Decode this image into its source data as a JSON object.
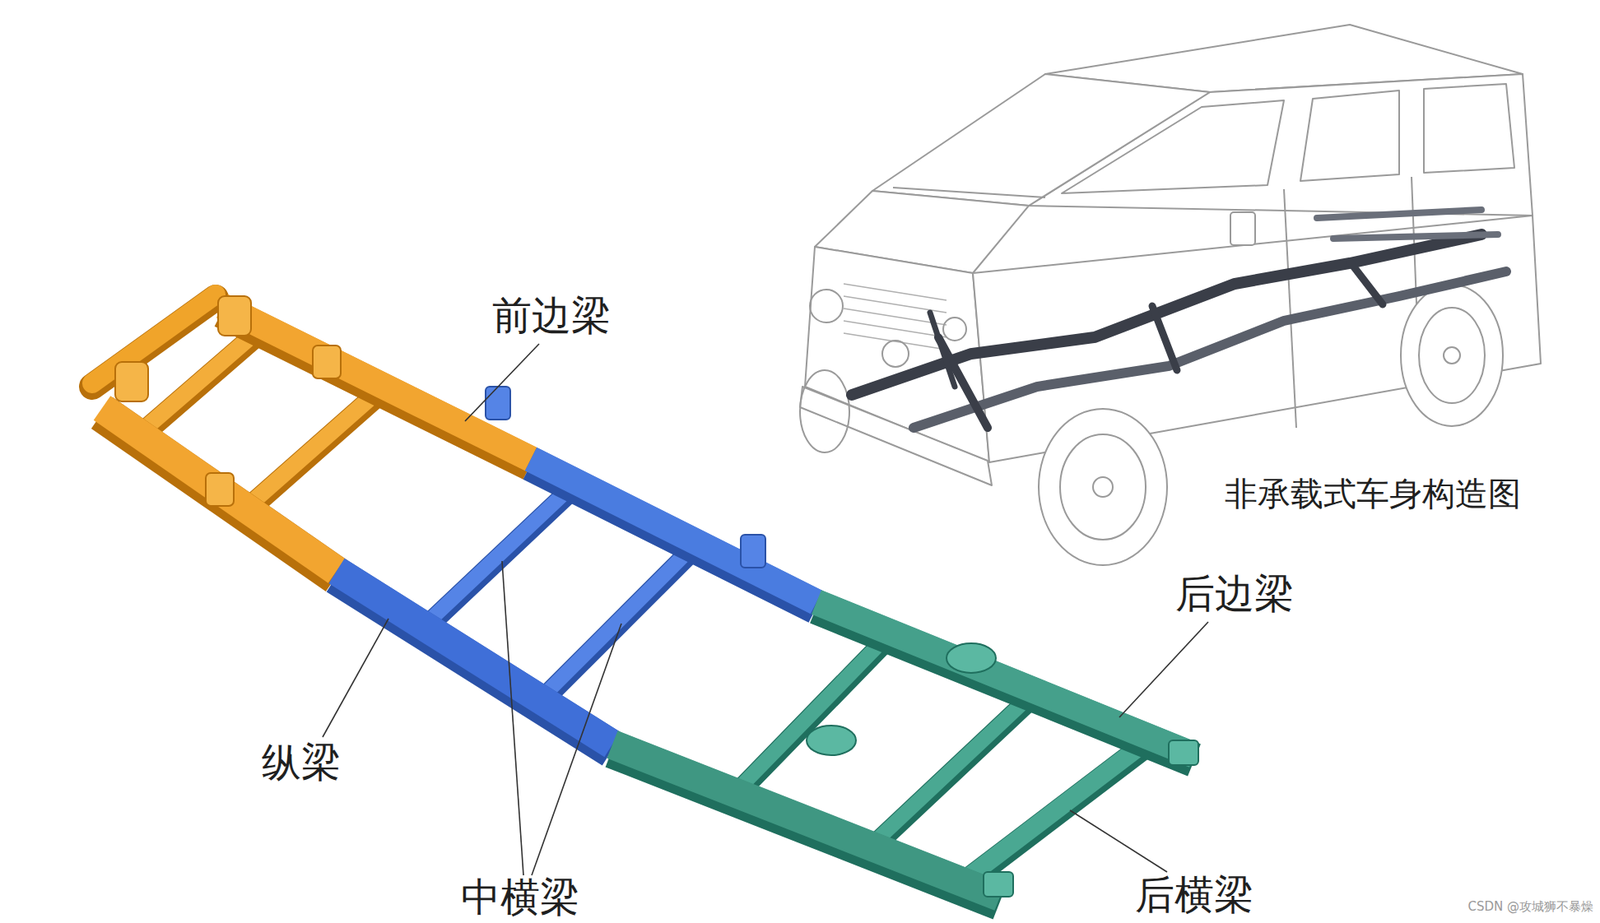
{
  "diagram": {
    "labels": [
      "前边梁",
      "纵梁",
      "中横梁",
      "后边梁",
      "后横梁",
      "非承载式车身构造图",
      "CSDN @攻城狮不暴燥"
    ]
  }
}
